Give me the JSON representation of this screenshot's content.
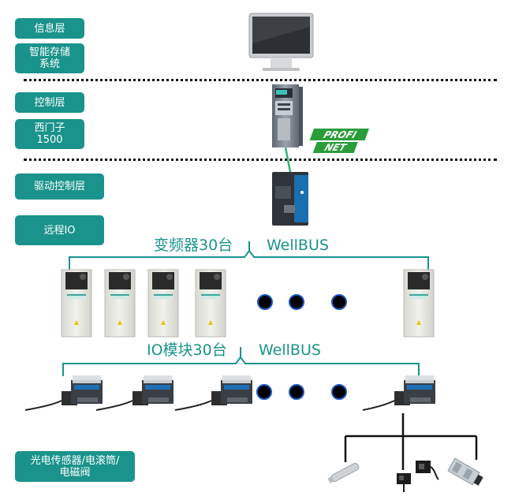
{
  "layers": {
    "info": "信息层",
    "storage_line1": "智能存储",
    "storage_line2": "系统",
    "control": "控制层",
    "plc_line1": "西门子",
    "plc_line2": "1500",
    "drive": "驱动控制层",
    "remote_io": "远程IO",
    "sensors_line1": "光电传感器/电滚筒/",
    "sensors_line2": "电磁阀"
  },
  "bus1": {
    "left": "变频器30台",
    "right": "WellBUS"
  },
  "bus2": {
    "left": "IO模块30台",
    "right": "WellBUS"
  },
  "profinet_logo": {
    "line1": "PROFI",
    "line2": "NET"
  },
  "colors": {
    "accent": "#19938b",
    "profinet": "#2a9d3a"
  },
  "icons": [
    "monitor-icon",
    "plc-icon",
    "gateway-icon",
    "inverter-icon",
    "io-module-icon",
    "photoelectric-sensor-icon",
    "solenoid-valve-icon"
  ]
}
